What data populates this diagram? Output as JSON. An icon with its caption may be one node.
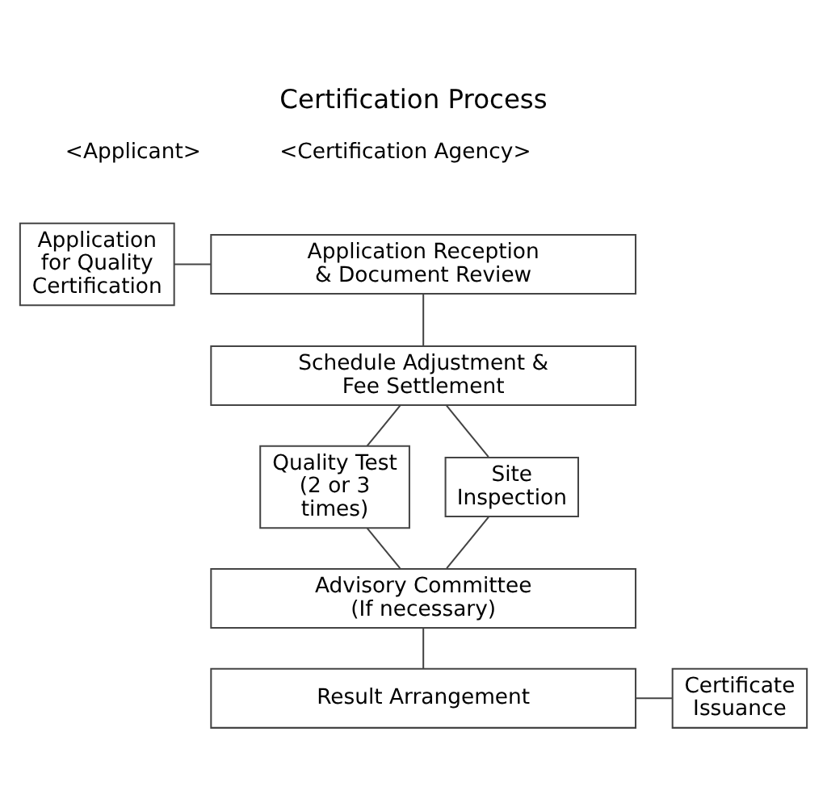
{
  "diagram": {
    "title": "Certification Process",
    "nodes": [
      {
        "text": [
          "Application for Quality Certification"
        ]
      },
      {
        "text": [
          "Application Reception & Document Review"
        ]
      },
      {
        "text": [
          "Schedule Adjustment & Fee Settlement"
        ]
      },
      {
        "text": [
          "Quality Test (2 or 3 times)"
        ]
      },
      {
        "text": [
          "Site Inspection"
        ]
      },
      {
        "text": [
          "Advisory Committee (If necessary)"
        ]
      },
      {
        "text": [
          "Result Arrangement"
        ]
      },
      {
        "text": [
          "Certificate Issuance"
        ]
      }
    ],
    "edges": [
      {
        "from": 0,
        "to": 1,
        "arrow": "none"
      },
      {
        "from": 1,
        "to": 2,
        "arrow": "none"
      },
      {
        "from": 2,
        "to": 3,
        "arrow": "none"
      },
      {
        "from": 2,
        "to": 4,
        "arrow": "none"
      },
      {
        "from": 3,
        "to": 5,
        "arrow": "none"
      },
      {
        "from": 4,
        "to": 5,
        "arrow": "none"
      },
      {
        "from": 5,
        "to": 6,
        "arrow": "none"
      },
      {
        "from": 6,
        "to": 7,
        "arrow": "none"
      }
    ],
    "labels": [
      "<Applicant>",
      "<Certification Agency>"
    ]
  }
}
